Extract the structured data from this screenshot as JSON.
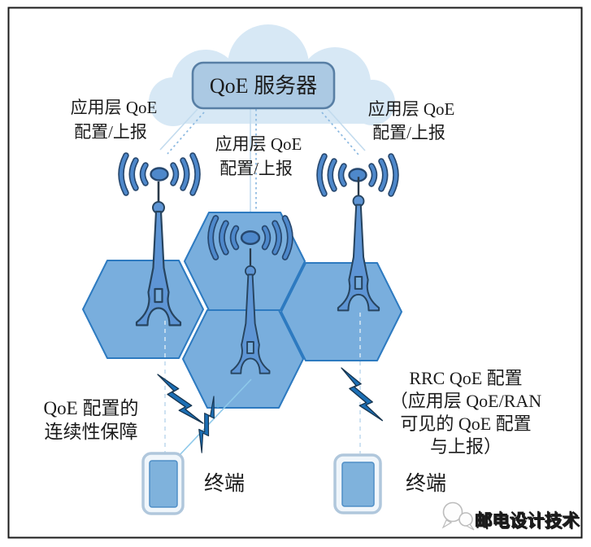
{
  "diagram": {
    "server": {
      "label": "QoE 服务器"
    },
    "app_labels": {
      "left": {
        "line1": "应用层 QoE",
        "line2": "配置/上报"
      },
      "middle": {
        "line1": "应用层 QoE",
        "line2": "配置/上报"
      },
      "right": {
        "line1": "应用层 QoE",
        "line2": "配置/上报"
      }
    },
    "continuity_label": {
      "line1": "QoE 配置的",
      "line2": "连续性保障"
    },
    "rrc_label": {
      "line1": "RRC QoE 配置",
      "line2": "（应用层 QoE/RAN",
      "line3": "可见的 QoE 配置",
      "line4": "与上报）"
    },
    "terminals": {
      "left": "终端",
      "right": "终端"
    },
    "watermark": {
      "text": "邮电设计技术"
    },
    "colors": {
      "cloud_fill": "#D7E8F5",
      "server_fill": "#ABC9E3",
      "server_stroke": "#587FA5",
      "hex_fill": "#79AEDD",
      "hex_stroke": "#2D7AC0",
      "tower_fill": "#5E95D5",
      "tower_stroke": "#27445F",
      "wave_fill": "#4C87CA",
      "bolt_fill": "#1C6FB5",
      "terminal_fill": "#7FB2DC",
      "link_line": "#9CC4E4",
      "frame": "#1A1A1A",
      "watermark_gray": "#BDBDBD"
    }
  }
}
